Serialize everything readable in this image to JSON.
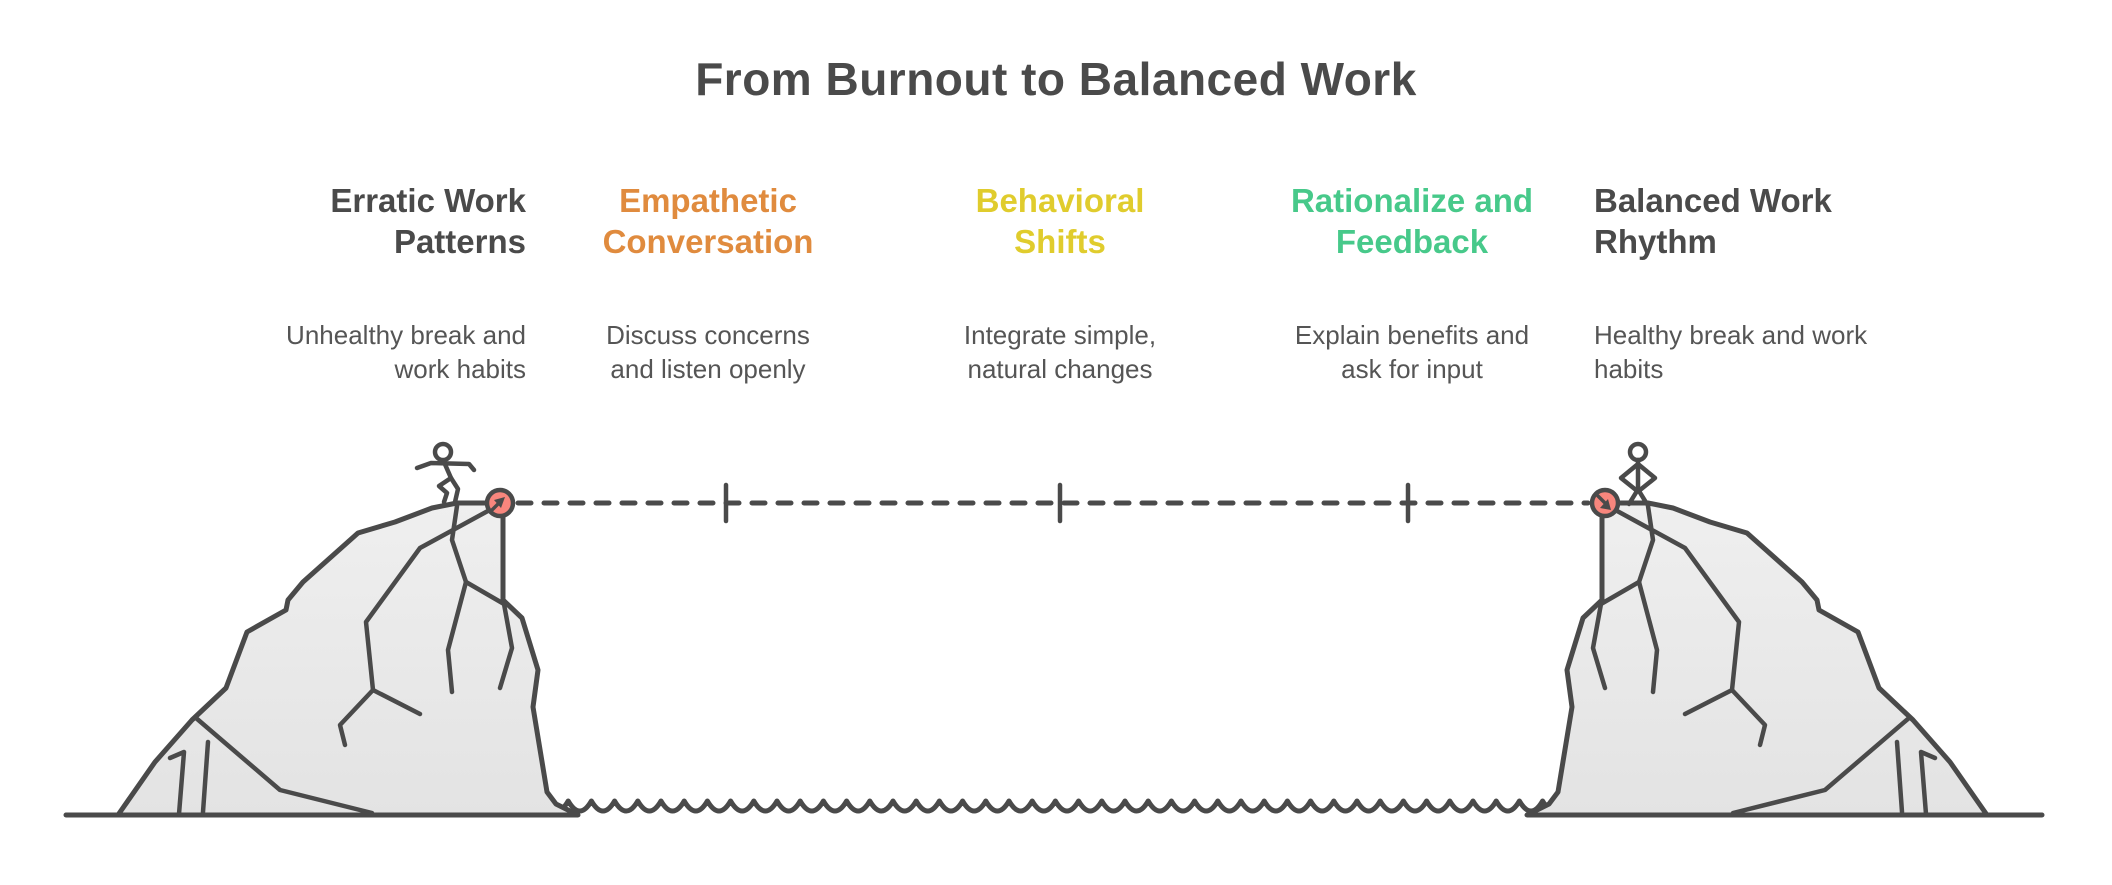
{
  "title": "From Burnout to Balanced Work",
  "stages": [
    {
      "title_lines": [
        "Erratic Work",
        "Patterns"
      ],
      "desc_lines": [
        "Unhealthy break and",
        "work habits"
      ],
      "color": "#4a4a4a"
    },
    {
      "title_lines": [
        "Empathetic",
        "Conversation"
      ],
      "desc_lines": [
        "Discuss concerns",
        "and listen openly"
      ],
      "color": "#e08b3e"
    },
    {
      "title_lines": [
        "Behavioral",
        "Shifts"
      ],
      "desc_lines": [
        "Integrate simple,",
        "natural changes"
      ],
      "color": "#e0cc2d"
    },
    {
      "title_lines": [
        "Rationalize and",
        "Feedback"
      ],
      "desc_lines": [
        "Explain benefits and",
        "ask for input"
      ],
      "color": "#47c98a"
    },
    {
      "title_lines": [
        "Balanced Work",
        "Rhythm"
      ],
      "desc_lines": [
        "Healthy break and work",
        "habits"
      ],
      "color": "#4a4a4a"
    }
  ],
  "illustration": {
    "outline_color": "#4a4a4a",
    "rock_fill_top": "#efefef",
    "rock_fill_bottom": "#e3e3e3",
    "marker_color": "#f8867d",
    "left_marker": "start-point",
    "right_marker": "end-point",
    "left_figure": "walking-stick-figure",
    "right_figure": "standing-stick-figure",
    "tick_count": 3
  }
}
